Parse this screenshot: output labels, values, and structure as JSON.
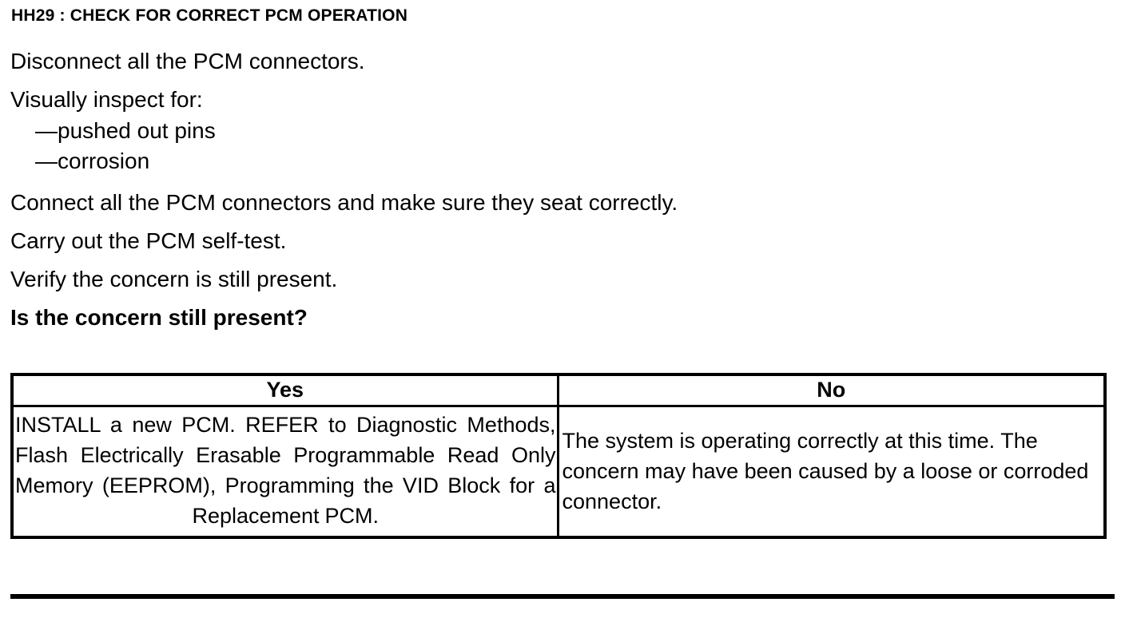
{
  "document": {
    "step_title": "HH29 : CHECK FOR CORRECT PCM OPERATION",
    "instructions": [
      "Disconnect all the PCM connectors.",
      "Visually inspect for:"
    ],
    "inspect_items": [
      "—pushed out pins",
      "—corrosion"
    ],
    "instructions_cont": [
      "Connect all the PCM connectors and make sure they seat correctly.",
      "Carry out the PCM self-test.",
      "Verify the concern is still present."
    ],
    "question": "Is the concern still present?"
  },
  "result_table": {
    "headers": [
      "Yes",
      "No"
    ],
    "rows": [
      {
        "yes": "INSTALL a new PCM. REFER to Diagnostic Methods, Flash Electrically Erasable Programmable Read Only Memory (EEPROM), Programming the VID Block for a Replacement PCM.",
        "no": "The system is operating correctly at this time. The concern may have been caused by a loose or corroded connector."
      }
    ]
  },
  "colors": {
    "text": "#000000",
    "background": "#ffffff",
    "rule": "#000000"
  }
}
